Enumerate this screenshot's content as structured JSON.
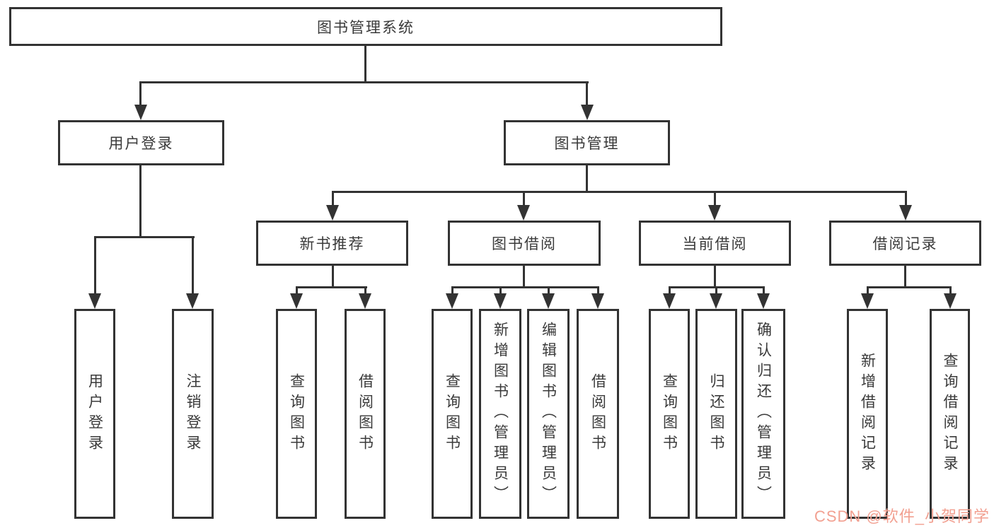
{
  "tree": {
    "root": "图书管理系统",
    "branches": [
      {
        "label": "用户登录",
        "children": [
          "用户登录",
          "注销登录"
        ]
      },
      {
        "label": "图书管理",
        "children": [
          {
            "label": "新书推荐",
            "children": [
              "查询图书",
              "借阅图书"
            ]
          },
          {
            "label": "图书借阅",
            "children": [
              "查询图书",
              "新增图书（管理员）",
              "编辑图书（管理员）",
              "借阅图书"
            ]
          },
          {
            "label": "当前借阅",
            "children": [
              "查询图书",
              "归还图书",
              "确认归还（管理员）"
            ]
          },
          {
            "label": "借阅记录",
            "children": [
              "新增借阅记录",
              "查询借阅记录"
            ]
          }
        ]
      }
    ]
  },
  "watermark": {
    "text": "CSDN @软件_小贺同学",
    "color": "#f2a091"
  },
  "colors": {
    "line": "#333333",
    "text": "#3a3a3a",
    "background": "#ffffff"
  }
}
